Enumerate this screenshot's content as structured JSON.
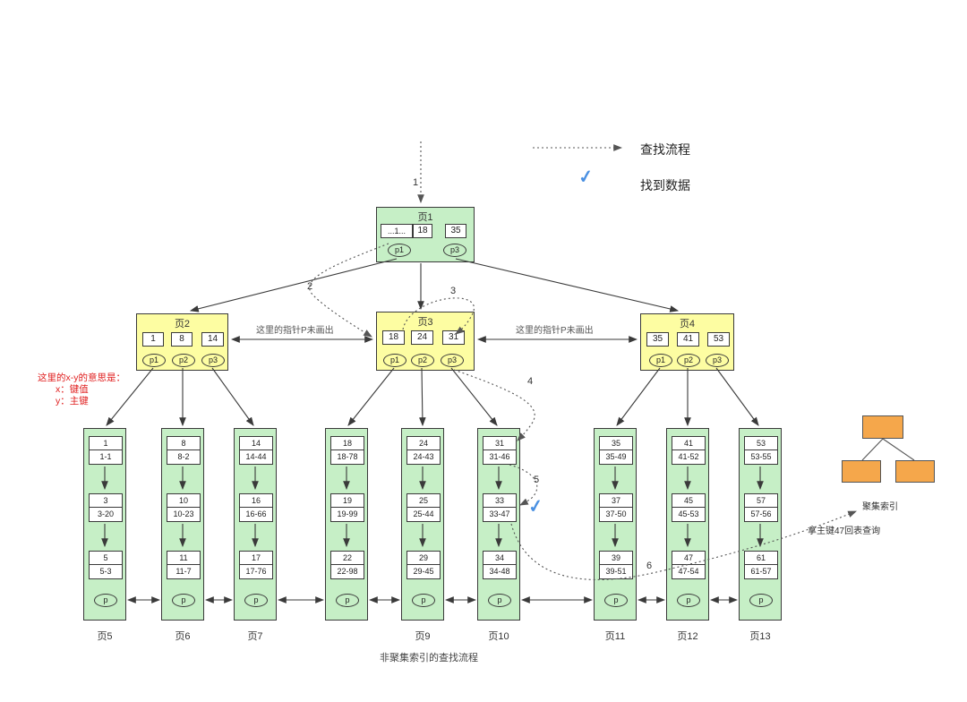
{
  "colors": {
    "page_green": "#c6efc6",
    "node_yellow": "#fdfda2",
    "clustered_orange": "#f5a74b",
    "check_blue": "#4a90e2",
    "note_red": "#e02020",
    "line_dark": "#3a3a3a"
  },
  "legend": {
    "lookup_label": "查找流程",
    "found_label": "找到数据",
    "check_glyph": "✓"
  },
  "annotations": {
    "key_meaning_title": "这里的x-y的意思是：",
    "key_meaning_x": "x：键值",
    "key_meaning_y": "y：主键",
    "pointer_note": "这里的指针P未画出",
    "back_to_table_note": "拿主键47回表查询",
    "clustered_index_label": "聚集索引",
    "caption": "非聚集索引的查找流程"
  },
  "steps": {
    "s1": "1",
    "s2": "2",
    "s3": "3",
    "s4": "4",
    "s5": "5",
    "s6": "6"
  },
  "root": {
    "title": "页1",
    "keys": [
      "...1...",
      "18",
      "35"
    ],
    "pointers": [
      "p1",
      "p3"
    ]
  },
  "internal_nodes": [
    {
      "title": "页2",
      "keys": [
        "1",
        "8",
        "14"
      ],
      "pointers": [
        "p1",
        "p2",
        "p3"
      ]
    },
    {
      "title": "页3",
      "keys": [
        "18",
        "24",
        "31"
      ],
      "pointers": [
        "p1",
        "p2",
        "p3"
      ]
    },
    {
      "title": "页4",
      "keys": [
        "35",
        "41",
        "53"
      ],
      "pointers": [
        "p1",
        "p2",
        "p3"
      ]
    }
  ],
  "leaf_pages": [
    {
      "label": "页5",
      "pointer": "p",
      "records": [
        {
          "key": "1",
          "val": "1-1"
        },
        {
          "key": "3",
          "val": "3-20"
        },
        {
          "key": "5",
          "val": "5-3"
        }
      ]
    },
    {
      "label": "页6",
      "pointer": "p",
      "records": [
        {
          "key": "8",
          "val": "8-2"
        },
        {
          "key": "10",
          "val": "10-23"
        },
        {
          "key": "11",
          "val": "11-7"
        }
      ]
    },
    {
      "label": "页7",
      "pointer": "p",
      "records": [
        {
          "key": "14",
          "val": "14-44"
        },
        {
          "key": "16",
          "val": "16-66"
        },
        {
          "key": "17",
          "val": "17-76"
        }
      ]
    },
    {
      "label": "",
      "pointer": "p",
      "records": [
        {
          "key": "18",
          "val": "18-78"
        },
        {
          "key": "19",
          "val": "19-99"
        },
        {
          "key": "22",
          "val": "22-98"
        }
      ]
    },
    {
      "label": "页9",
      "pointer": "p",
      "records": [
        {
          "key": "24",
          "val": "24-43"
        },
        {
          "key": "25",
          "val": "25-44"
        },
        {
          "key": "29",
          "val": "29-45"
        }
      ]
    },
    {
      "label": "页10",
      "pointer": "p",
      "records": [
        {
          "key": "31",
          "val": "31-46"
        },
        {
          "key": "33",
          "val": "33-47"
        },
        {
          "key": "34",
          "val": "34-48"
        }
      ]
    },
    {
      "label": "页11",
      "pointer": "p",
      "records": [
        {
          "key": "35",
          "val": "35-49"
        },
        {
          "key": "37",
          "val": "37-50"
        },
        {
          "key": "39",
          "val": "39-51"
        }
      ]
    },
    {
      "label": "页12",
      "pointer": "p",
      "records": [
        {
          "key": "41",
          "val": "41-52"
        },
        {
          "key": "45",
          "val": "45-53"
        },
        {
          "key": "47",
          "val": "47-54"
        }
      ]
    },
    {
      "label": "页13",
      "pointer": "p",
      "records": [
        {
          "key": "53",
          "val": "53-55"
        },
        {
          "key": "57",
          "val": "57-56"
        },
        {
          "key": "61",
          "val": "61-57"
        }
      ]
    }
  ]
}
